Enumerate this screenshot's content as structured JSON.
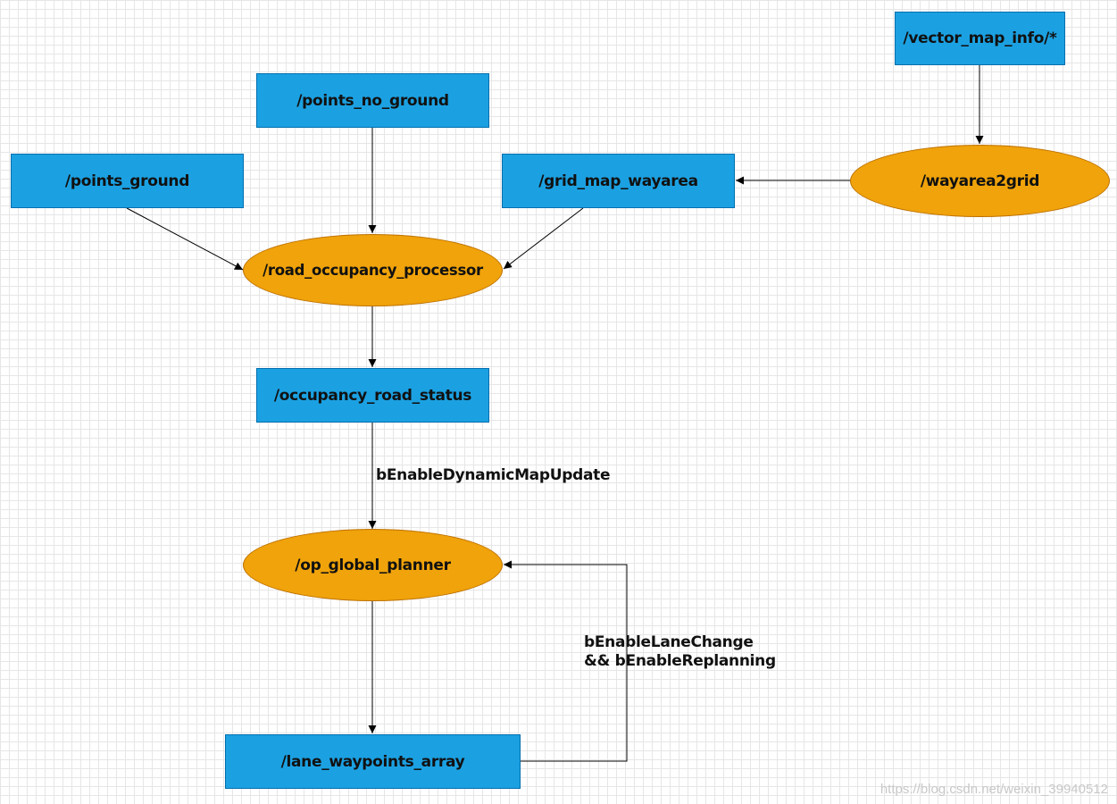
{
  "nodes": {
    "vector_map_info": "/vector_map_info/*",
    "points_no_ground": "/points_no_ground",
    "points_ground": "/points_ground",
    "grid_map_wayarea": "/grid_map_wayarea",
    "wayarea2grid": "/wayarea2grid",
    "road_occupancy_processor": "/road_occupancy_processor",
    "occupancy_road_status": "/occupancy_road_status",
    "op_global_planner": "/op_global_planner",
    "lane_waypoints_array": "/lane_waypoints_array"
  },
  "edge_labels": {
    "dynamic_map_update": "bEnableDynamicMapUpdate",
    "lane_change_line1": "bEnableLaneChange",
    "lane_change_line2": "&& bEnableReplanning"
  },
  "watermark": "https://blog.csdn.net/weixin_39940512",
  "colors": {
    "topic_fill": "#1ba1e2",
    "topic_stroke": "#006eaf",
    "process_fill": "#f0a30a",
    "process_stroke": "#bd7000",
    "edge": "#000000"
  }
}
